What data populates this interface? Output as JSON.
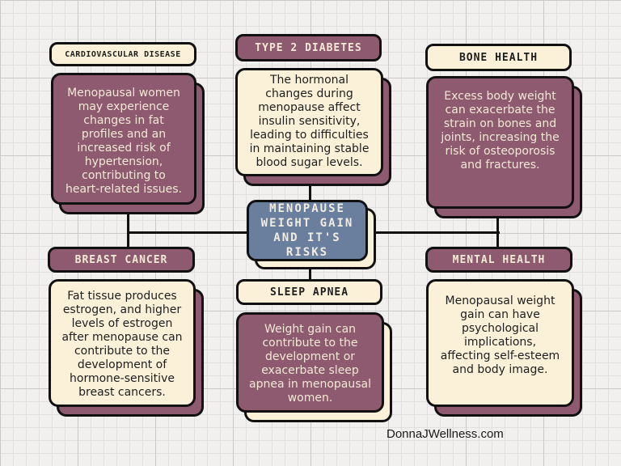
{
  "center": {
    "line1": "MENOPAUSE",
    "line2": "WEIGHT GAIN",
    "line3": "AND IT'S RISKS"
  },
  "topics": {
    "cardio": {
      "title": "CARDIOVASCULAR DISEASE",
      "text": "Menopausal women may experience changes in fat profiles and an increased risk of hypertension, contributing to heart-related issues."
    },
    "diabetes": {
      "title": "TYPE 2 DIABETES",
      "text": "The hormonal changes during menopause affect insulin sensitivity, leading to difficulties in maintaining stable blood sugar levels."
    },
    "bone": {
      "title": "BONE HEALTH",
      "text": "Excess body weight can exacerbate the strain on bones and joints, increasing the risk of osteoporosis and fractures."
    },
    "breast": {
      "title": "BREAST CANCER",
      "text": "Fat tissue produces estrogen, and higher levels of estrogen after menopause can contribute to the development of hormone-sensitive breast cancers."
    },
    "sleep": {
      "title": "SLEEP APNEA",
      "text": "Weight gain can contribute to the development or exacerbate sleep apnea in menopausal women."
    },
    "mental": {
      "title": "MENTAL HEALTH",
      "text": "Menopausal weight gain can have psychological implications, affecting self-esteem and body image."
    }
  },
  "watermark": "DonnaJWellness.com",
  "colors": {
    "mauve": "#8e5a6f",
    "cream": "#fbf1d8",
    "slate": "#6a7f9d",
    "outline": "#111111"
  }
}
